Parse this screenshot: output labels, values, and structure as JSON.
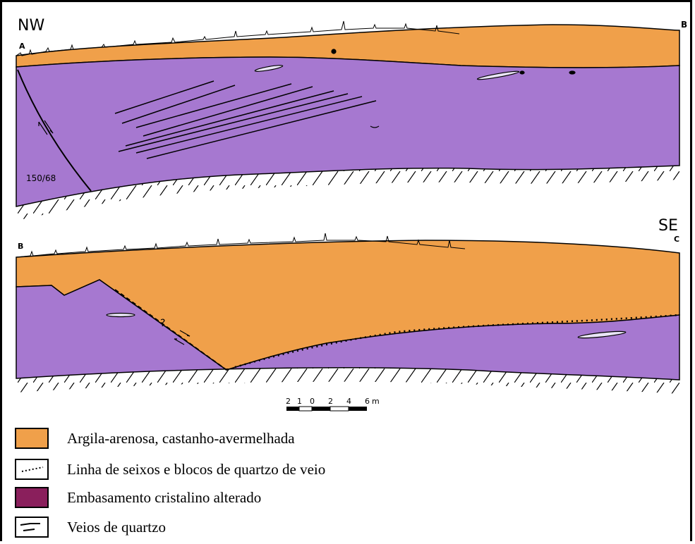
{
  "section1": {
    "orientation_left": "NW",
    "point_left": "A",
    "point_right": "B",
    "fault_attitude": "150/68"
  },
  "section2": {
    "point_left": "B",
    "point_right": "C",
    "orientation_right": "SE",
    "fault_query": "?"
  },
  "scale_bar": {
    "labels": [
      "2",
      "1",
      "0",
      "2",
      "4",
      "6",
      "m"
    ]
  },
  "legend": [
    {
      "label": "Argila-arenosa, castanho-avermelhada",
      "swatch": "#f0a04a"
    },
    {
      "label": "Linha de seixos e blocos de quartzo de veio",
      "swatch": "#ffffff"
    },
    {
      "label": "Embasamento cristalino alterado",
      "swatch": "#8a1f5c"
    },
    {
      "label": "Veios de quartzo",
      "swatch": "#ffffff"
    }
  ],
  "colors": {
    "clay": "#f0a04a",
    "basement": "#a678d0",
    "outline": "#000000"
  }
}
